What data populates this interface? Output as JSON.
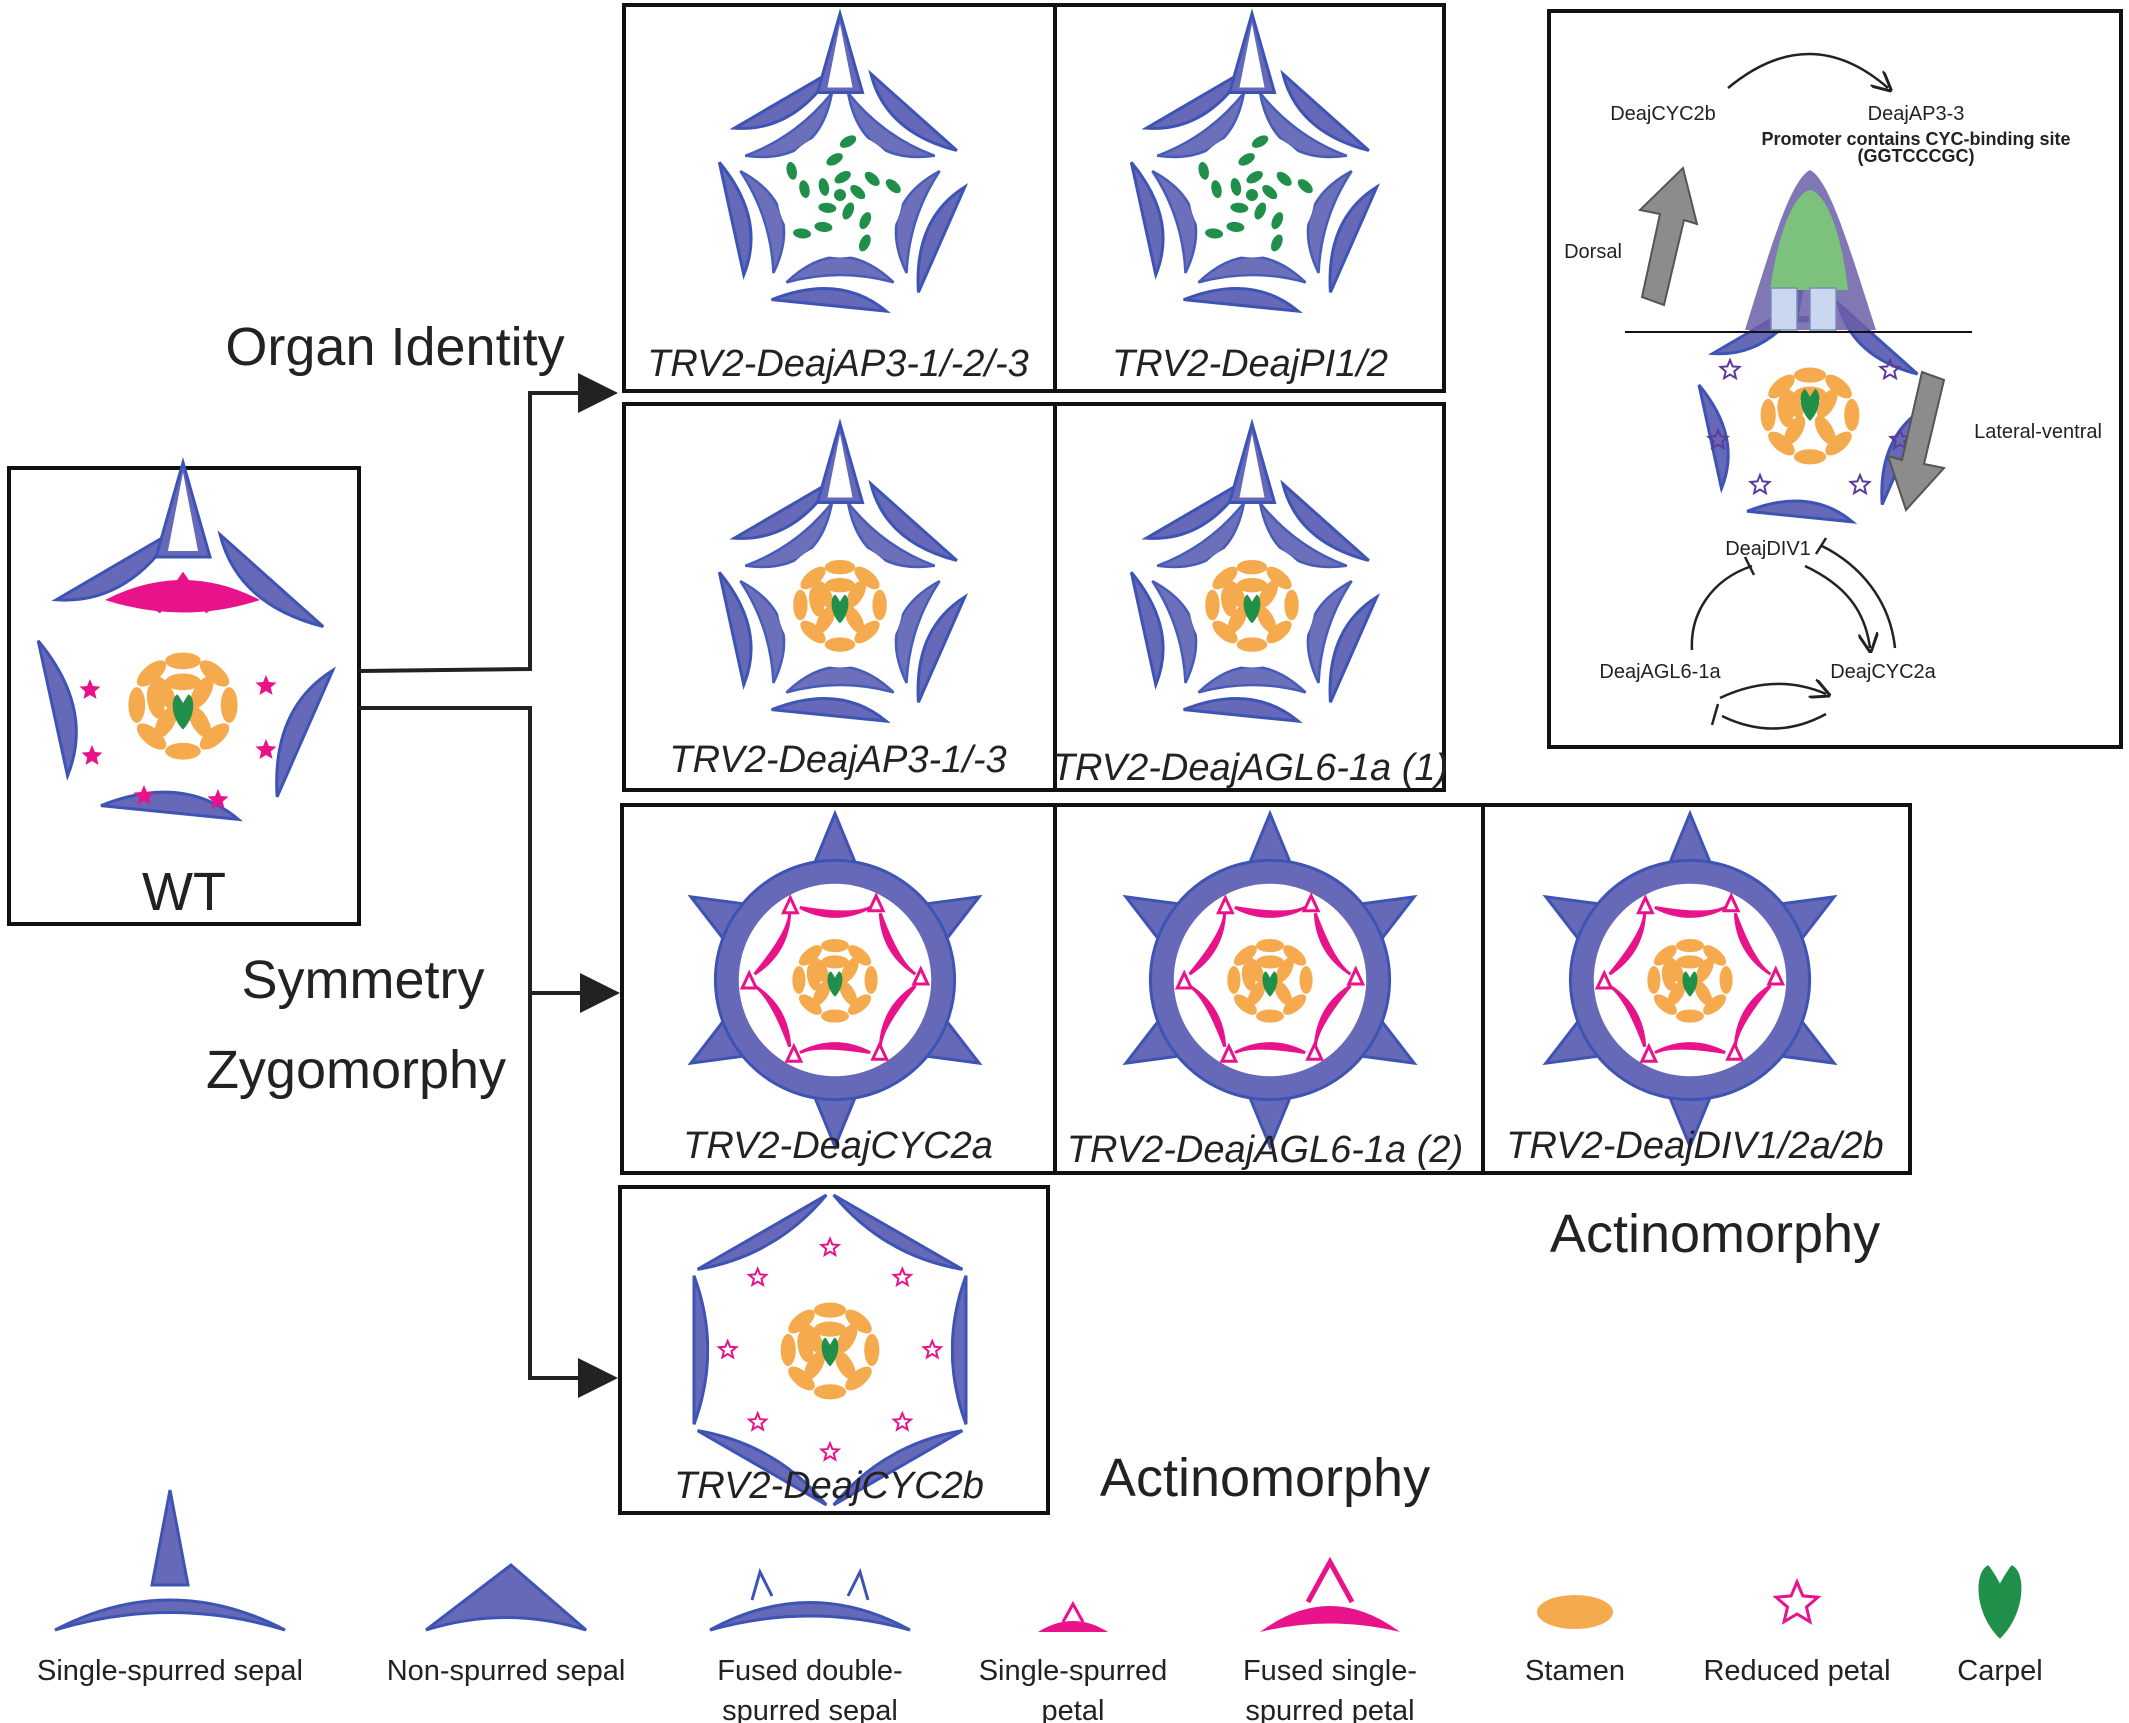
{
  "colors": {
    "sepal_fill": "#6569b7",
    "sepal_edge": "#3e54b5",
    "petal": "#e8138a",
    "stamen": "#f6aa4e",
    "carpel": "#1f8f4a",
    "reduced_petal": "#e8138a",
    "faded_petal": "#f3b4d8",
    "dorsal_hood": "#7a6fb0"
  },
  "wt_label": "WT",
  "category_labels": {
    "organ_identity": "Organ Identity",
    "symmetry": "Symmetry",
    "zygomorphy": "Zygomorphy",
    "actinomorphy_1": "Actinomorphy",
    "actinomorphy_2": "Actinomorphy"
  },
  "panels": [
    {
      "label": "TRV2-DeajAP3-1/-2/-3",
      "variant": "double-sepal"
    },
    {
      "label": "TRV2-DeajPI1/2",
      "variant": "double-sepal"
    },
    {
      "label": "TRV2-DeajAP3-1/-3",
      "variant": "double-sepal-stamens"
    },
    {
      "label": "TRV2-DeajAGL6-1a (1)",
      "variant": "double-sepal-stamens"
    },
    {
      "label": "TRV2-DeajCYC2a",
      "variant": "actino-petals"
    },
    {
      "label": "TRV2-DeajAGL6-1a (2)",
      "variant": "actino-petals"
    },
    {
      "label": "TRV2-DeajDIV1/2a/2b",
      "variant": "actino-petals"
    },
    {
      "label": "TRV2-DeajCYC2b",
      "variant": "reduced"
    }
  ],
  "model": {
    "node_cyc2b": "DeajCYC2b",
    "node_ap33": "DeajAP3-3",
    "promoter_line1": "Promoter contains CYC-binding site",
    "promoter_line2": "(GGTCCCGC)",
    "dorsal": "Dorsal",
    "lateral_ventral": "Lateral-ventral",
    "node_div1": "DeajDIV1",
    "node_agl6": "DeajAGL6-1a",
    "node_cyc2a": "DeajCYC2a"
  },
  "legend": [
    {
      "lines": [
        "Single-spurred sepal"
      ],
      "icon": "single-spurred-sepal"
    },
    {
      "lines": [
        "Non-spurred sepal"
      ],
      "icon": "non-spurred-sepal"
    },
    {
      "lines": [
        "Fused double-",
        "spurred sepal"
      ],
      "icon": "fused-double-spurred-sepal"
    },
    {
      "lines": [
        "Single-spurred",
        "petal"
      ],
      "icon": "single-spurred-petal"
    },
    {
      "lines": [
        "Fused single-",
        "spurred petal"
      ],
      "icon": "fused-single-spurred-petal"
    },
    {
      "lines": [
        "Stamen"
      ],
      "icon": "stamen"
    },
    {
      "lines": [
        "Reduced petal"
      ],
      "icon": "reduced-petal"
    },
    {
      "lines": [
        "Carpel"
      ],
      "icon": "carpel"
    }
  ]
}
